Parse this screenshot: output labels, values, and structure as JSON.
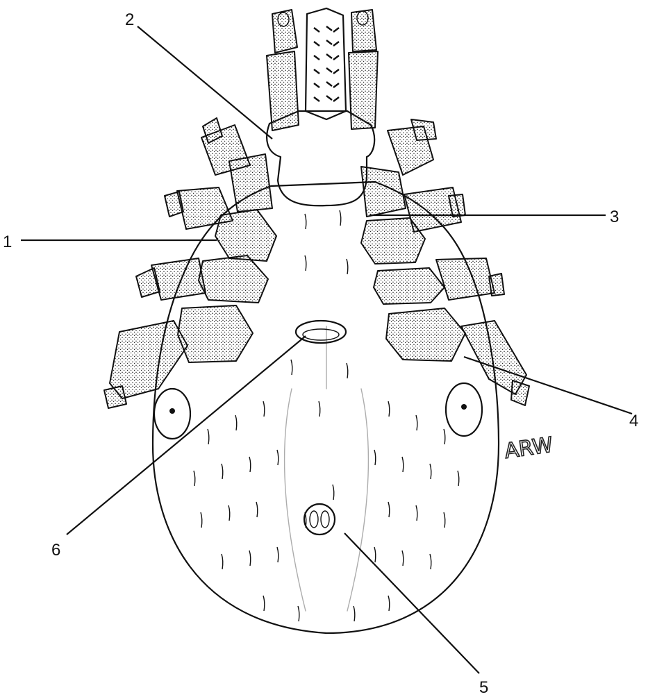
{
  "figure": {
    "callouts": [
      {
        "id": "1",
        "label": "1"
      },
      {
        "id": "2",
        "label": "2"
      },
      {
        "id": "3",
        "label": "3"
      },
      {
        "id": "4",
        "label": "4"
      },
      {
        "id": "5",
        "label": "5"
      },
      {
        "id": "6",
        "label": "6"
      }
    ],
    "signature": "ARW",
    "colors": {
      "ink": "#111111",
      "paper": "#ffffff",
      "stipple": "#222222"
    }
  }
}
